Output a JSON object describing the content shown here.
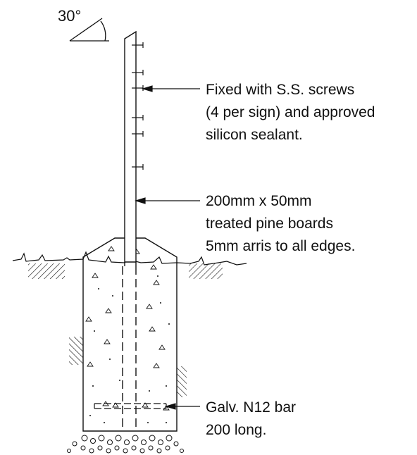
{
  "angle_label": "30°",
  "callouts": {
    "screws": [
      "Fixed with S.S. screws",
      "(4 per sign) and approved",
      "silicon sealant."
    ],
    "boards": [
      "200mm x 50mm",
      "treated pine boards",
      "5mm arris to all edges."
    ],
    "bar": [
      "Galv. N12 bar",
      "200 long."
    ]
  }
}
